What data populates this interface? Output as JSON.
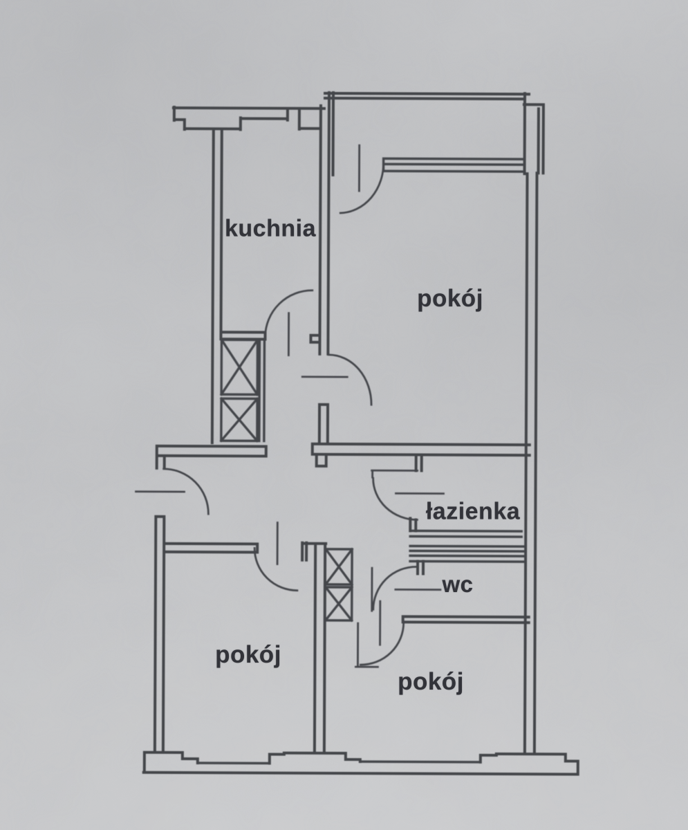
{
  "document": {
    "kind": "apartment floor plan (photographed drawing)",
    "language": "pl"
  },
  "rooms": [
    {
      "id": "kuchnia",
      "label": "kuchnia"
    },
    {
      "id": "pokoj_gorny",
      "label": "pokój"
    },
    {
      "id": "lazienka",
      "label": "łazienka"
    },
    {
      "id": "wc",
      "label": "wc"
    },
    {
      "id": "pokoj_dolny_lewy",
      "label": "pokój"
    },
    {
      "id": "pokoj_dolny_prawy",
      "label": "pokój"
    }
  ],
  "symbols": {
    "door_swing": "quarter-circle arc with leaf tick",
    "ventilation_shaft": "rectangle with X cross",
    "window": "parallel inset lines in wall"
  },
  "colors": {
    "paper": "#c7c8ca",
    "ink": "#45464c",
    "label_text": "#33343a"
  }
}
